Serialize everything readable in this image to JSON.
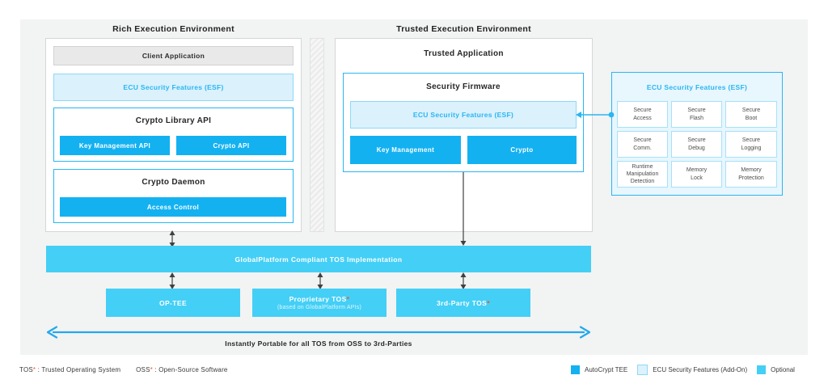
{
  "colors": {
    "accent_blue": "#14b1f1",
    "accent_cyan": "#44cff6",
    "esf_fill": "#dbf1fc",
    "esf_border": "#8ed9f7",
    "blue_border": "#29b6f2",
    "panel_gray": "#f2f3f3",
    "asterisk_red": "#f0552e",
    "arrow_dark": "#404040",
    "arrow_blue": "#21a9ec"
  },
  "ree": {
    "title": "Rich Execution Environment",
    "client_app": "Client Application",
    "esf_label": "ECU Security Features (ESF)",
    "crypto_library": {
      "title": "Crypto Library API",
      "items": [
        "Key Management API",
        "Crypto API"
      ]
    },
    "crypto_daemon": {
      "title": "Crypto Daemon",
      "items": [
        "Access Control"
      ]
    }
  },
  "tee": {
    "title": "Trusted Execution Environment",
    "app_title": "Trusted Application",
    "firmware": {
      "title": "Security Firmware",
      "esf_label": "ECU Security Features (ESF)",
      "items": [
        "Key Management",
        "Crypto"
      ]
    }
  },
  "esf_panel": {
    "title": "ECU Security Features (ESF)",
    "features": [
      "Secure\nAccess",
      "Secure\nFlash",
      "Secure\nBoot",
      "Secure\nComm.",
      "Secure\nDebug",
      "Secure\nLogging",
      "Runtime\nManipulation\nDetection",
      "Memory\nLock",
      "Memory\nProtection"
    ]
  },
  "platform": {
    "bar_label": "GlobalPlatform Compliant TOS Implementation",
    "tos": [
      {
        "label": "OP-TEE",
        "star": ""
      },
      {
        "label": "Proprietary TOS",
        "star": "*",
        "subtitle": "(based on GlobalPlatform APIs)"
      },
      {
        "label": "3rd-Party TOS",
        "star": "*"
      }
    ],
    "portable_label": "Instantly Portable for all TOS from OSS to 3rd-Parties"
  },
  "footer": {
    "notes": [
      {
        "term": "TOS",
        "star": "*",
        "def": " : Trusted Operating System"
      },
      {
        "term": "OSS",
        "star": "*",
        "def": " : Open-Source Software"
      }
    ],
    "legend": [
      {
        "label": "AutoCrypt TEE"
      },
      {
        "label": "ECU Security Features (Add-On)"
      },
      {
        "label": "Optional"
      }
    ]
  }
}
